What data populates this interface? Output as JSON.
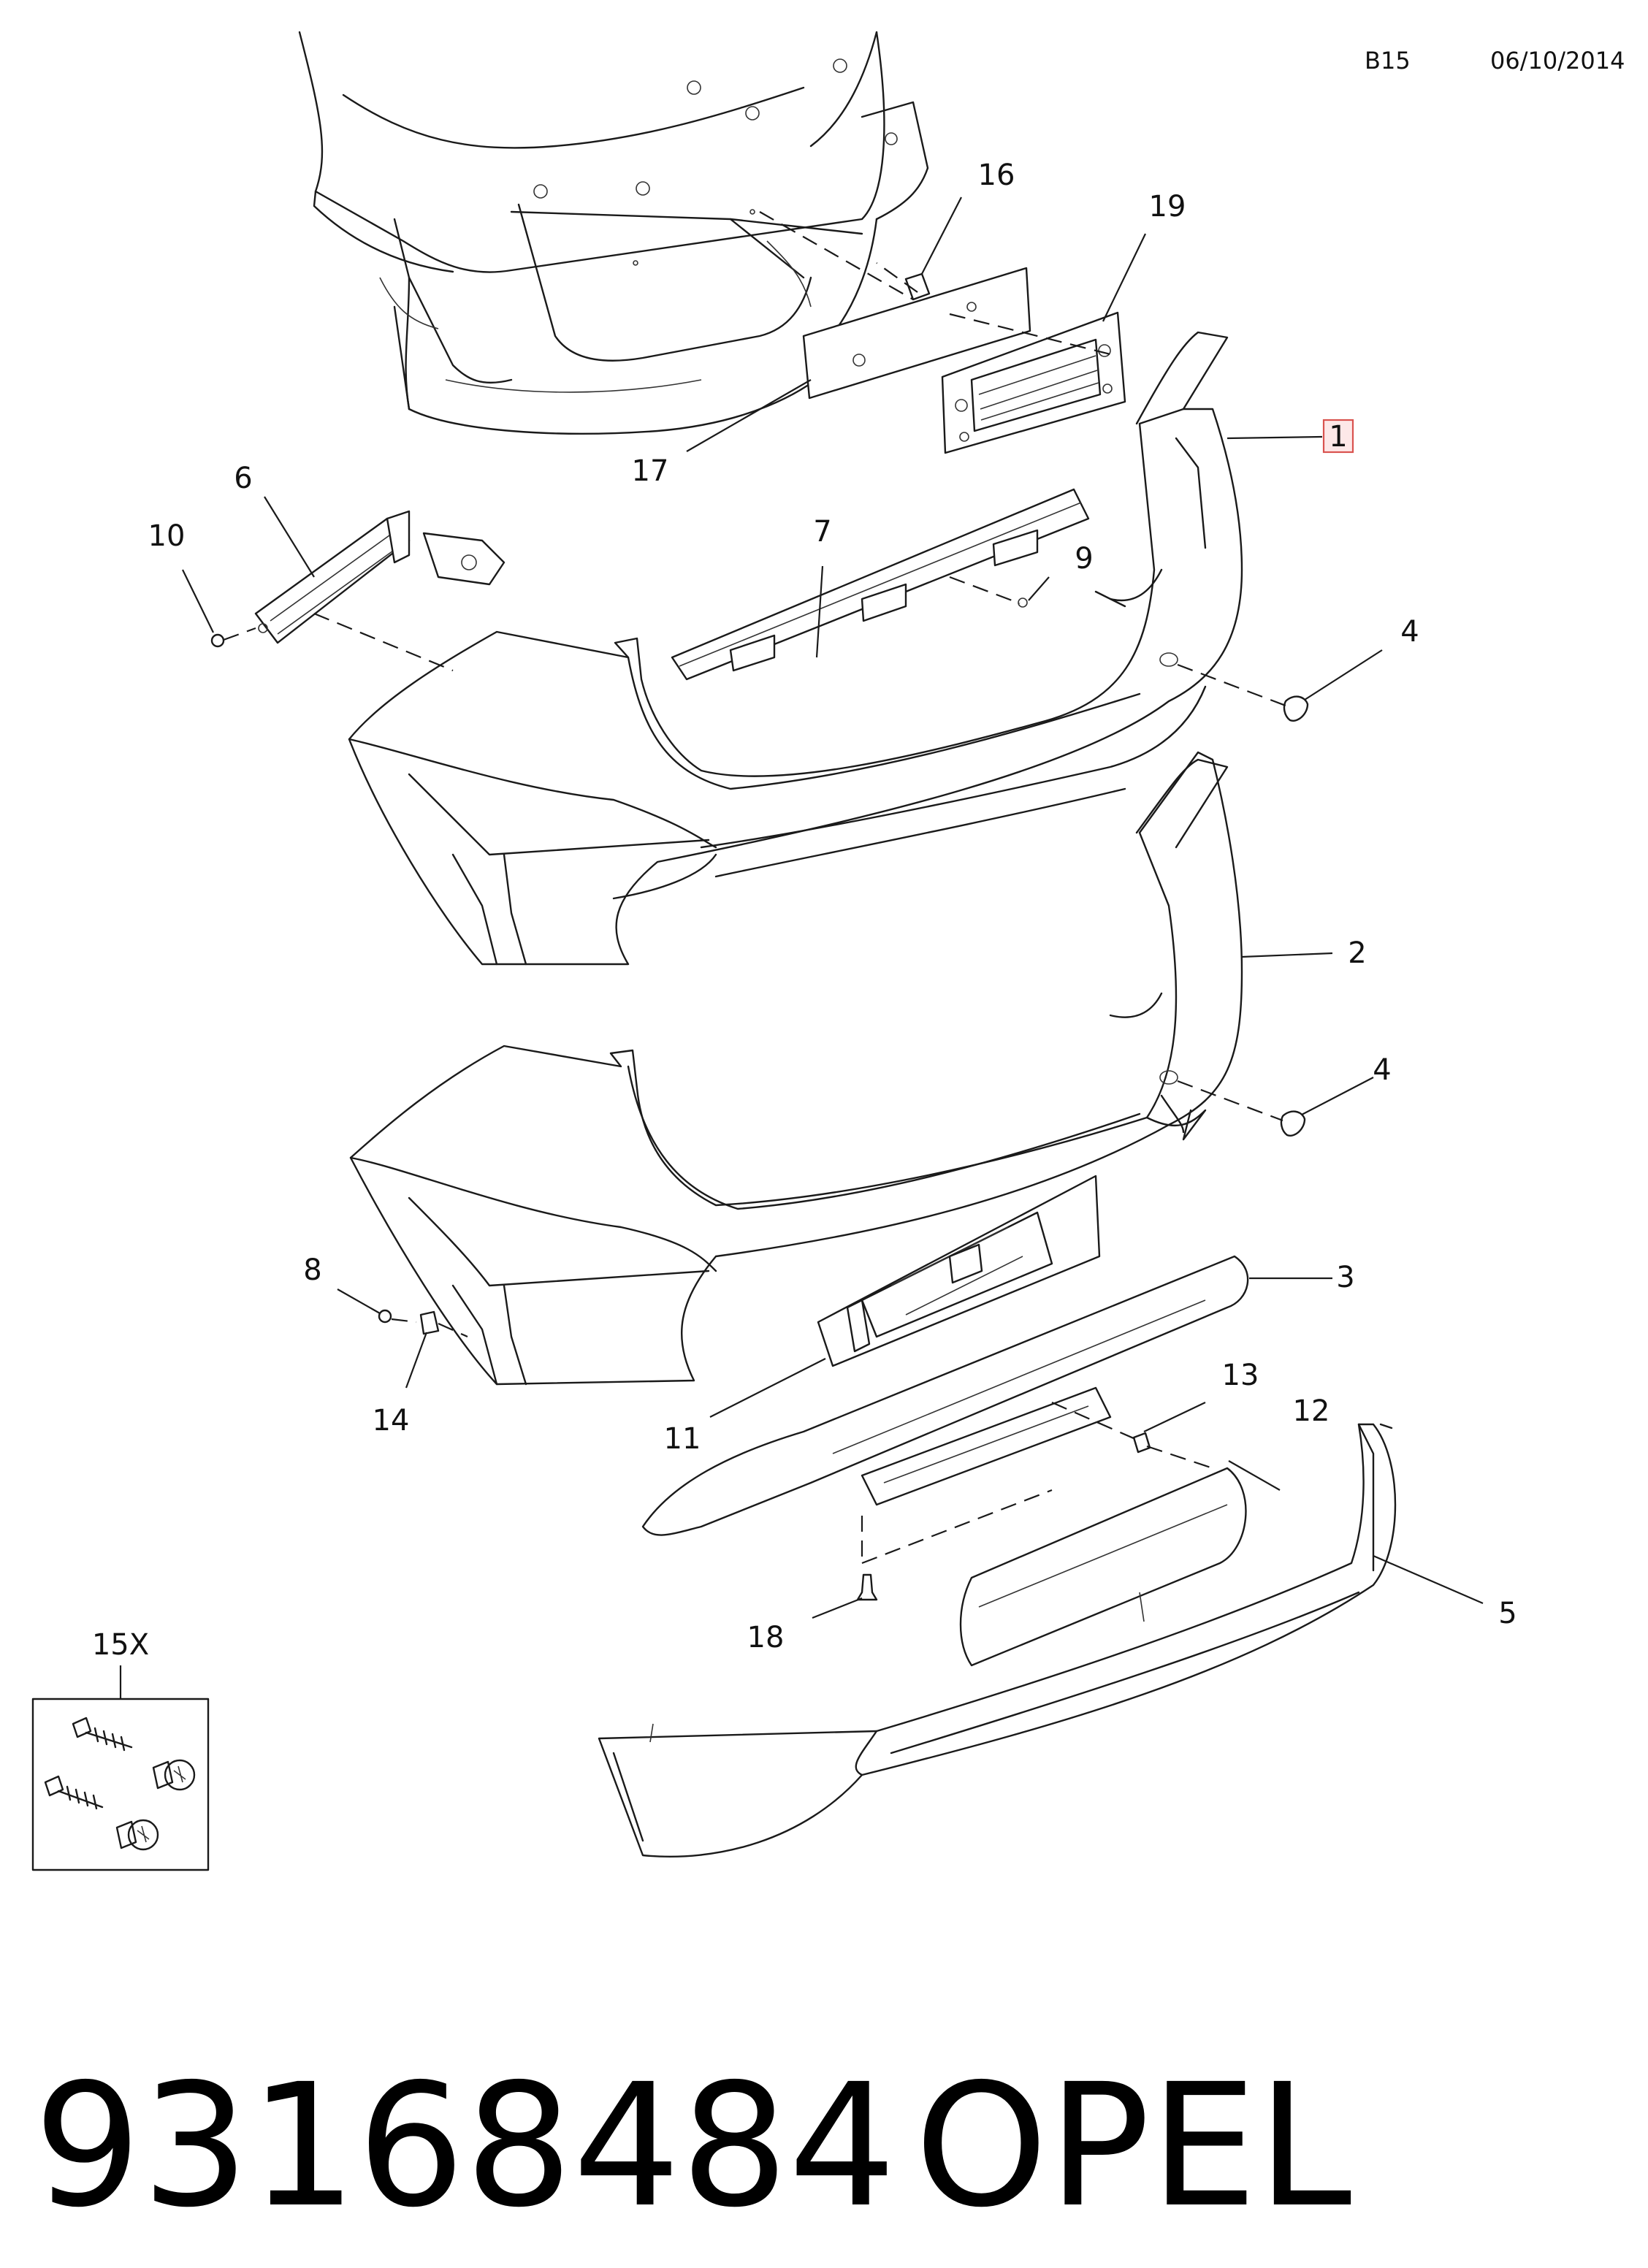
{
  "header": {
    "section_code": "B15",
    "date": "06/10/2014"
  },
  "callouts": {
    "c1": "1",
    "c2": "2",
    "c3": "3",
    "c4a": "4",
    "c4b": "4",
    "c5": "5",
    "c6": "6",
    "c7": "7",
    "c8": "8",
    "c9": "9",
    "c10": "10",
    "c11": "11",
    "c12": "12",
    "c13": "13",
    "c14": "14",
    "c15x": "15X",
    "c16": "16",
    "c17": "17",
    "c18": "18",
    "c19": "19"
  },
  "highlight_color": "#d9534f",
  "footer": {
    "part_number": "93168484",
    "brand": "OPEL"
  }
}
